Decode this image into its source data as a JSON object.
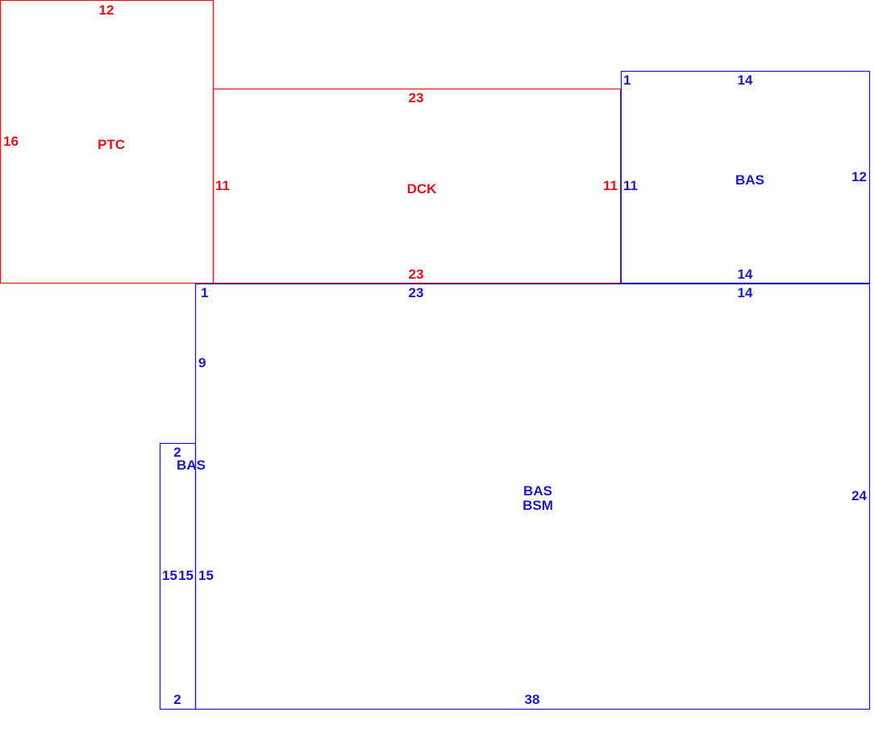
{
  "colors": {
    "upper_level": "#e0141b",
    "base_level": "#1a1ac8"
  },
  "areas": {
    "ptc": {
      "label": "PTC",
      "dims": {
        "top": "12",
        "left": "16"
      }
    },
    "dck": {
      "label": "DCK",
      "dims": {
        "top": "23",
        "bottom": "23",
        "left": "11",
        "right": "11"
      }
    },
    "bas_right": {
      "label": "BAS",
      "dims": {
        "corner": "1",
        "top": "14",
        "bottom": "14",
        "left": "11",
        "right": "12"
      }
    },
    "bas_main": {
      "label_1": "BAS",
      "label_2": "BSM",
      "dims": {
        "corner": "1",
        "top_left": "23",
        "top_right": "14",
        "left_upper": "9",
        "left_lower": "15",
        "right": "24",
        "bottom": "38"
      }
    },
    "bas_small": {
      "label": "BAS",
      "dims": {
        "top": "2",
        "bottom": "2",
        "left": "15",
        "right": "15"
      }
    }
  }
}
